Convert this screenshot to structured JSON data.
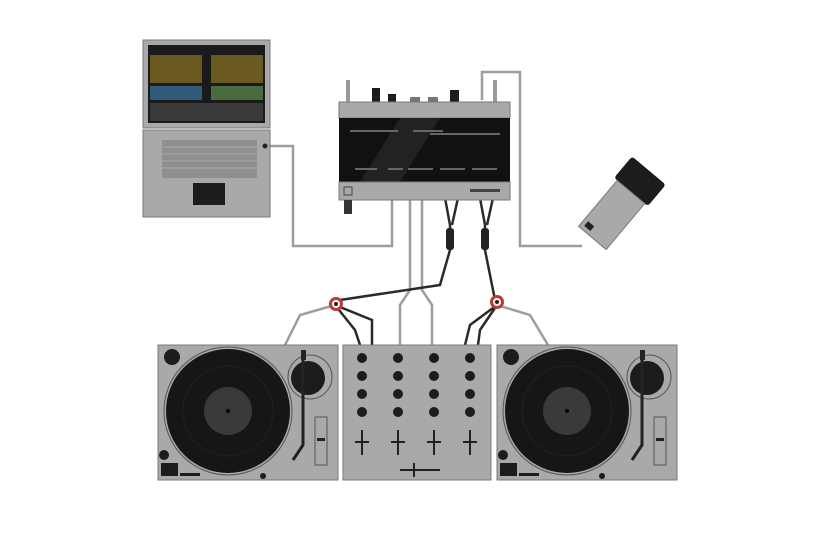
{
  "colors": {
    "background": "#ffffff",
    "device_body": "#a9a9ab",
    "device_outline": "#7a7a7c",
    "dark": "#1c1c1e",
    "panel": "#111113",
    "cable": "#9d9d9f",
    "cable_dark": "#2a2a2a",
    "connector_red": "#c0392b"
  },
  "components": [
    {
      "id": "laptop",
      "icon": "laptop-icon"
    },
    {
      "id": "audio-interface",
      "icon": "audio-interface-icon"
    },
    {
      "id": "microphone",
      "icon": "microphone-icon"
    },
    {
      "id": "turntable-left",
      "icon": "turntable-icon"
    },
    {
      "id": "mixer",
      "icon": "mixer-icon"
    },
    {
      "id": "turntable-right",
      "icon": "turntable-icon"
    }
  ]
}
